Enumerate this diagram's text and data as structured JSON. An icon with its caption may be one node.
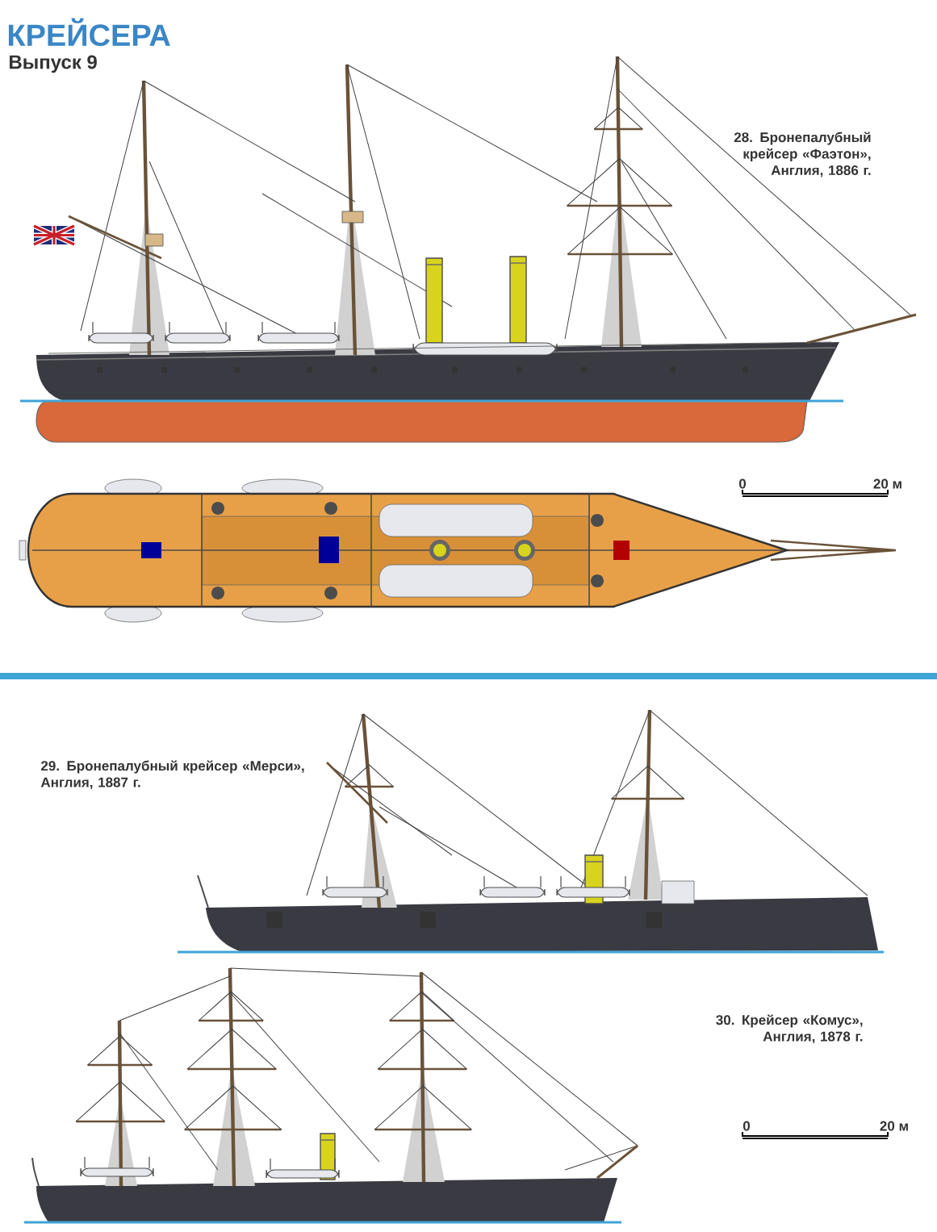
{
  "diagram": {
    "title": "КРЕЙСЕРА",
    "labels": [
      "Выпуск 9",
      "28. Бронепалубный крейсер «Фаэтон», Англия, 1886 г.",
      "0",
      "20 м",
      "29. Бронепалубный крейсер «Мерси», Англия, 1887 г.",
      "30. Крейсер «Комус», Англия, 1878 г.",
      "0",
      "20 м"
    ]
  }
}
